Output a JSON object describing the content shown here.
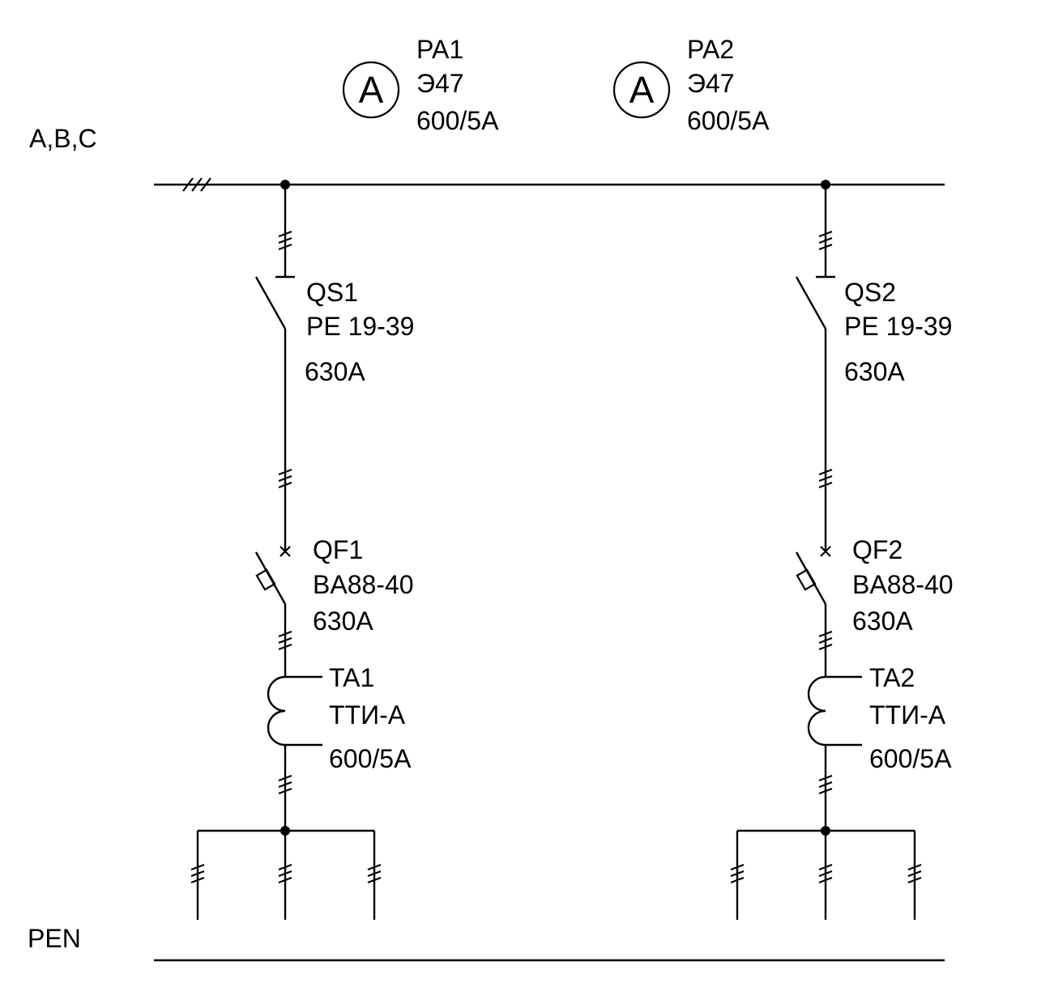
{
  "bus": {
    "phase_label": "A,B,C",
    "pen_label": "PEN"
  },
  "meters": [
    {
      "symbol": "A",
      "name": "PA1",
      "type": "Э47",
      "rating": "600/5A"
    },
    {
      "symbol": "A",
      "name": "PA2",
      "type": "Э47",
      "rating": "600/5A"
    }
  ],
  "feeders": [
    {
      "switch": {
        "name": "QS1",
        "type": "PE 19-39",
        "rating": "630A"
      },
      "breaker": {
        "name": "QF1",
        "type": "BA88-40",
        "rating": "630A"
      },
      "ct": {
        "name": "TA1",
        "type": "ТТИ-А",
        "rating": "600/5A"
      }
    },
    {
      "switch": {
        "name": "QS2",
        "type": "PE 19-39",
        "rating": "630A"
      },
      "breaker": {
        "name": "QF2",
        "type": "BA88-40",
        "rating": "630A"
      },
      "ct": {
        "name": "TA2",
        "type": "ТТИ-А",
        "rating": "600/5A"
      }
    }
  ]
}
